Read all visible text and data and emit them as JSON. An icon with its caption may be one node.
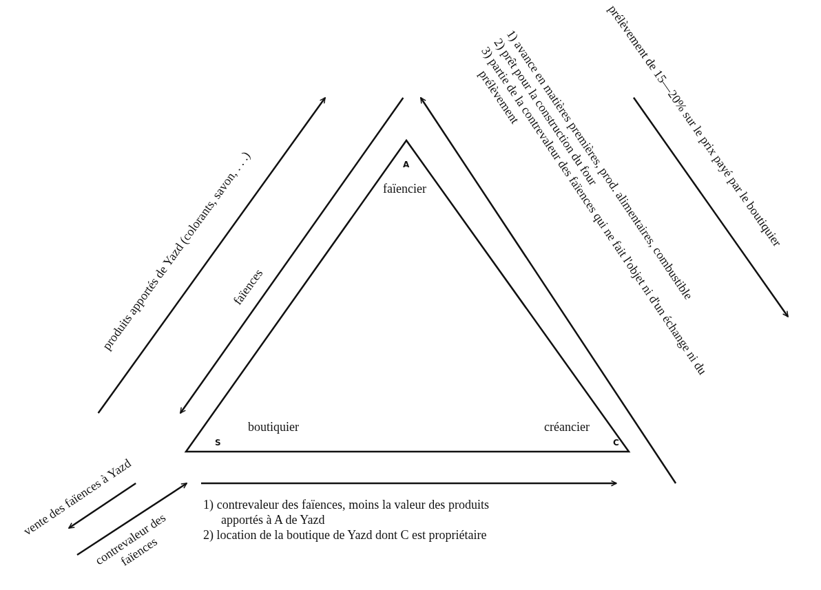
{
  "diagram": {
    "nodes": [
      {
        "text": [
          "A",
          "faïencier"
        ]
      },
      {
        "text": [
          "S",
          "boutiquier"
        ]
      },
      {
        "text": [
          "C",
          "créancier"
        ]
      }
    ],
    "edges": [
      {
        "from": 1,
        "to": 0,
        "arrow": "to",
        "label": "produits apportés de Yazd (colorants, savon, . . .)"
      },
      {
        "from": 0,
        "to": 1,
        "arrow": "to",
        "label": "faïences"
      },
      {
        "from": 2,
        "to": 0,
        "arrow": "to",
        "label": "1) avance en matières premières, prod. alimentaires, combustible 2) prêt pour la construction du four 3) partie de la contrevaleur des faïences qui ne fait l'objet ni d'un échange ni du prélèvement"
      },
      {
        "from": 0,
        "to": 2,
        "arrow": "to",
        "label": "prélèvement de 15—20% sur le prix payé par le boutiquier"
      },
      {
        "from": 1,
        "to": 2,
        "arrow": "to",
        "label": "1) contrevaleur des faïences, moins la valeur des produits apportés à A de Yazd 2) location de la boutique de Yazd dont C est propriétaire"
      },
      {
        "from": 1,
        "to": null,
        "arrow": "to",
        "label": "vente des faïences à Yazd"
      },
      {
        "from": null,
        "to": 1,
        "arrow": "to",
        "label": "contrevaleur des faïences"
      }
    ]
  }
}
